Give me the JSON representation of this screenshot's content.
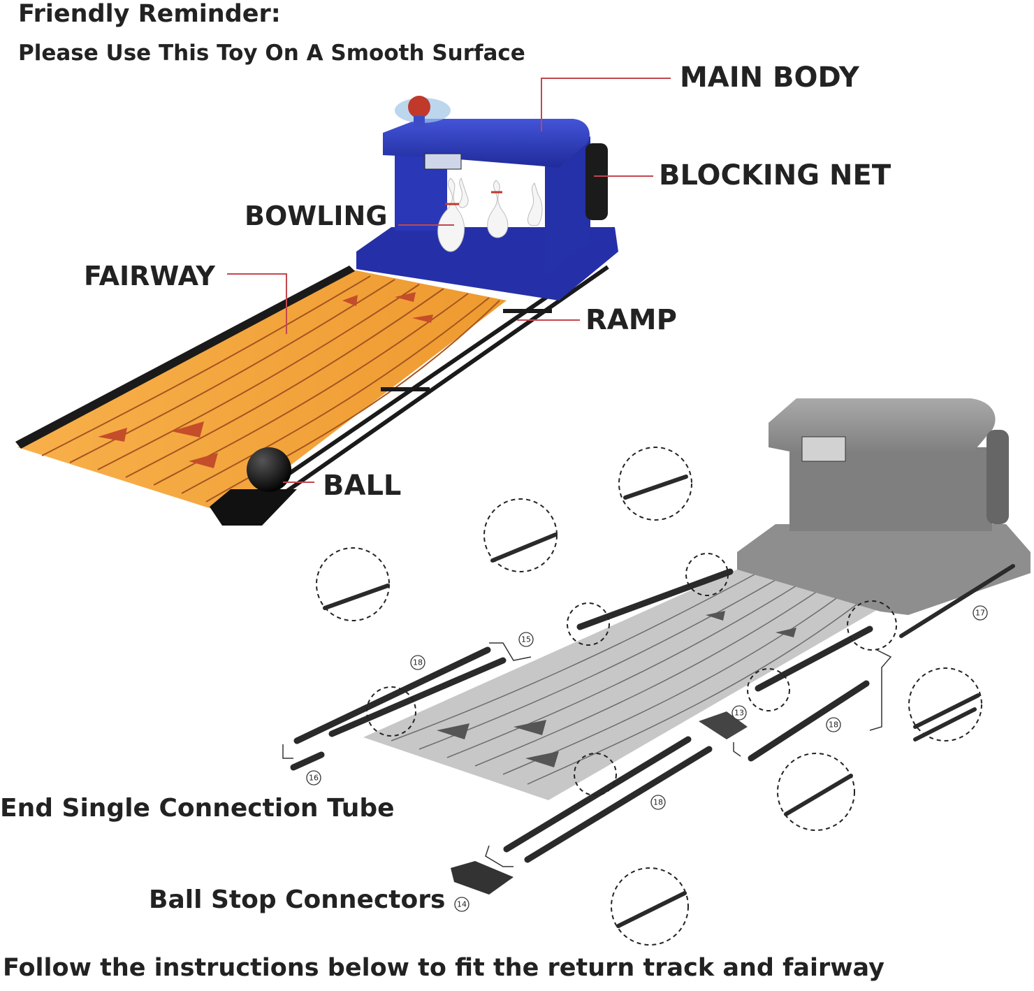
{
  "reminder": {
    "title": "Friendly Reminder:",
    "note": "Please Use This Toy On A Smooth Surface"
  },
  "labels": {
    "main_body": "MAIN BODY",
    "blocking_net": "BLOCKING NET",
    "bowling": "BOWLING",
    "fairway": "FAIRWAY",
    "ramp": "RAMP",
    "ball": "BALL"
  },
  "assembly": {
    "end_tube": "End Single Connection Tube",
    "ball_stop": "Ball Stop Connectors",
    "part_numbers": [
      "15",
      "18",
      "18",
      "18",
      "16",
      "13",
      "17",
      "14"
    ]
  },
  "footer": "Follow the instructions below to fit the return track and fairway",
  "colors": {
    "main_body": "#2f3fc4",
    "fairway": "#f2a23a",
    "fairway_lines": "#a5551f",
    "leader_lines": "#c2474e",
    "gray_body": "#8a8a8a",
    "text": "#222222"
  }
}
